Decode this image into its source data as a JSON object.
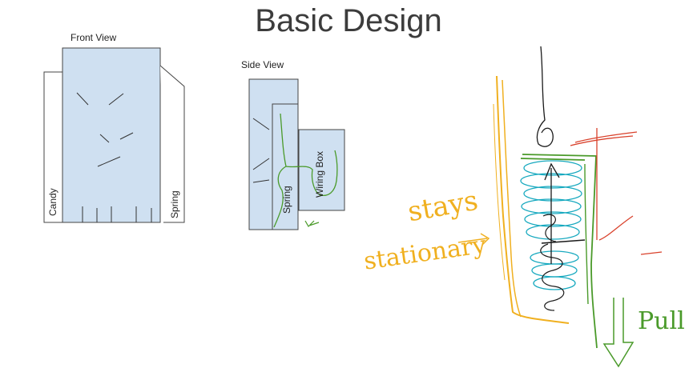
{
  "slide": {
    "title": "Basic Design"
  },
  "front_view": {
    "label": "Front View",
    "candy_label": "Candy",
    "spring_label": "Spring"
  },
  "side_view": {
    "label": "Side View",
    "spring_label": "Spring",
    "wiring_box_label": "Wiring Box"
  },
  "sketch": {
    "note_line1": "stays",
    "note_line2": "stationary",
    "pull_label": "Pull",
    "colors": {
      "panel_fill": "#cfe0f1",
      "orange": "#f0b020",
      "green": "#4a9a2a",
      "red": "#d9412b",
      "teal": "#17a9bf",
      "black": "#1a1a1a"
    }
  }
}
